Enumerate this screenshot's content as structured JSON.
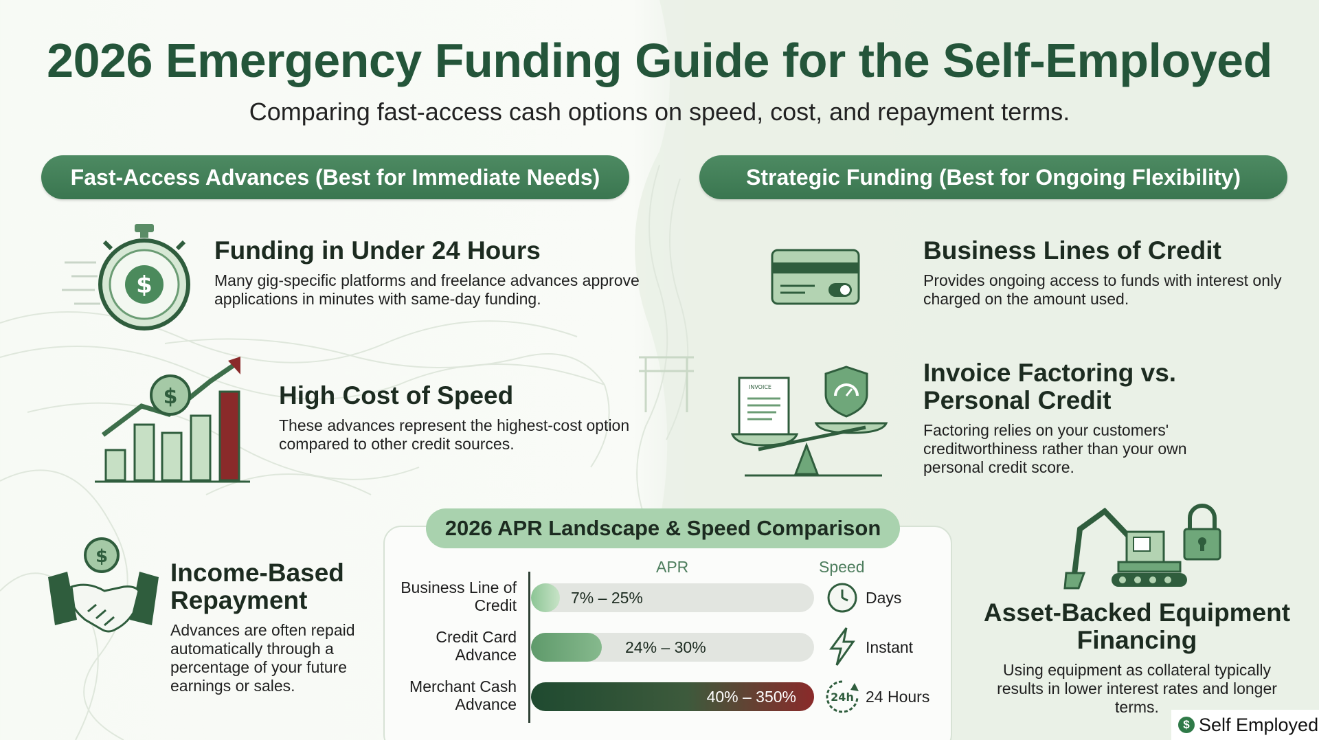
{
  "header": {
    "title": "2026 Emergency Funding Guide for the Self-Employed",
    "subtitle": "Comparing fast-access cash options on speed, cost, and repayment terms."
  },
  "sections": {
    "left_heading": "Fast-Access Advances (Best for Immediate Needs)",
    "right_heading": "Strategic Funding (Best for Ongoing Flexibility)"
  },
  "left_items": [
    {
      "title": "Funding in Under 24 Hours",
      "text": "Many gig-specific platforms and freelance advances approve applications in minutes with same-day funding.",
      "icon": "stopwatch-dollar-icon"
    },
    {
      "title": "High Cost of Speed",
      "text": "These advances represent the highest-cost option compared to other credit sources.",
      "icon": "rising-bar-chart-icon"
    },
    {
      "title": "Income-Based Repayment",
      "text": "Advances are often repaid automatically through a percentage of your future earnings or sales.",
      "icon": "handshake-dollar-icon"
    }
  ],
  "right_items": [
    {
      "title": "Business Lines of Credit",
      "text": "Provides ongoing access to funds with interest only charged on the amount used.",
      "icon": "credit-card-icon"
    },
    {
      "title": "Invoice Factoring vs. Personal Credit",
      "text": "Factoring relies on your customers' creditworthiness rather than your own personal credit score.",
      "icon": "invoice-scale-shield-icon",
      "invoice_label": "INVOICE"
    },
    {
      "title": "Asset-Backed Equipment Financing",
      "text": "Using equipment as collateral typically results in lower interest rates and longer terms.",
      "icon": "excavator-lock-icon"
    }
  ],
  "comparison": {
    "title": "2026 APR Landscape & Speed Comparison",
    "apr_header": "APR",
    "speed_header": "Speed",
    "rows": [
      {
        "label": "Business Line of Credit",
        "apr": "7% – 25%",
        "speed": "Days",
        "speed_icon": "clock-icon",
        "fill": 0.1
      },
      {
        "label": "Credit Card Advance",
        "apr": "24% – 30%",
        "speed": "Instant",
        "speed_icon": "lightning-icon",
        "fill": 0.25
      },
      {
        "label": "Merchant Cash Advance",
        "apr": "40% – 350%",
        "speed": "24 Hours",
        "speed_icon": "24h-clock-icon",
        "speed_icon_label": "24h",
        "fill": 1.0
      }
    ]
  },
  "brand": {
    "name": "Self Employed",
    "symbol": "$"
  },
  "icon_symbol": "$",
  "colors": {
    "primary_green": "#3a7650",
    "title_green": "#24553a",
    "accent_red": "#8a2a2a",
    "light_green": "#a9d2ae"
  }
}
